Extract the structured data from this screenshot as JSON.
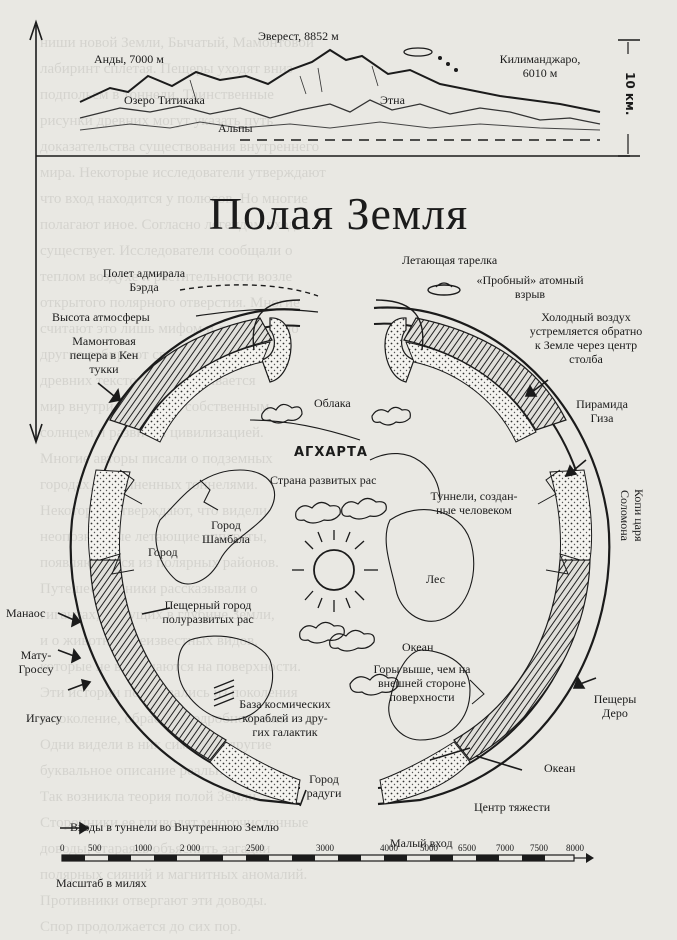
{
  "title": "Полая Земля",
  "profile": {
    "andes": "Анды, 7000 м",
    "everest": "Эверест, 8852 м",
    "kilimanjaro": "Килиманджаро,\n6010 м",
    "titicaca": "Озеро Титикака",
    "etna": "Этна",
    "alps": "Альпы",
    "height": "10 км."
  },
  "labels": {
    "byrd": "Полет адмирала\nБэрда",
    "atmosphere": "Высота атмосферы",
    "mammoth": "Мамонтовая\nпещера в Кен\nтукки",
    "clouds": "Облака",
    "agharta": "АГХАРТА",
    "advanced": "Страна развитых рас",
    "tunnels": "Туннели, создан-\nные человеком",
    "shambala": "Город\nШамбала",
    "city": "Город",
    "forest": "Лес",
    "semi_city": "Пещерный город\nполуразвитых рас",
    "ocean_inner": "Океан",
    "mountains": "Горы выше, чем на\nвнешней стороне\nповерхности",
    "base": "База космических\nкораблей из дру-\nгих галактик",
    "rainbow": "Город\nрадуги",
    "manaus": "Манаос",
    "mato": "Мату-\nГроссу",
    "iguazu": "Игуасу",
    "saucer": "Летающая тарелка",
    "test": "«Пробный» атомный\nвзрыв",
    "cold_air": "Холодный воздух\nустремляется обратно\nк Земле через центр\nстолба",
    "pyramid": "Пирамида\nГиза",
    "solomon": "Копи царя\nСоломона",
    "dero": "Пещеры\nДеро",
    "ocean_right": "Океан",
    "gravity": "Центр тяжести",
    "entrances": "Входы в туннели во Внутреннюю Землю",
    "small_entry": "Малый вход",
    "scale_label": "Масштаб в милях"
  },
  "scale": {
    "ticks": [
      "0",
      "500",
      "1000",
      "2 000",
      "2500",
      "3000",
      "4000",
      "5000",
      "6500",
      "7000",
      "7500",
      "8000"
    ]
  },
  "colors": {
    "paper": "#e9e8e3",
    "ink": "#1b1b1b"
  }
}
